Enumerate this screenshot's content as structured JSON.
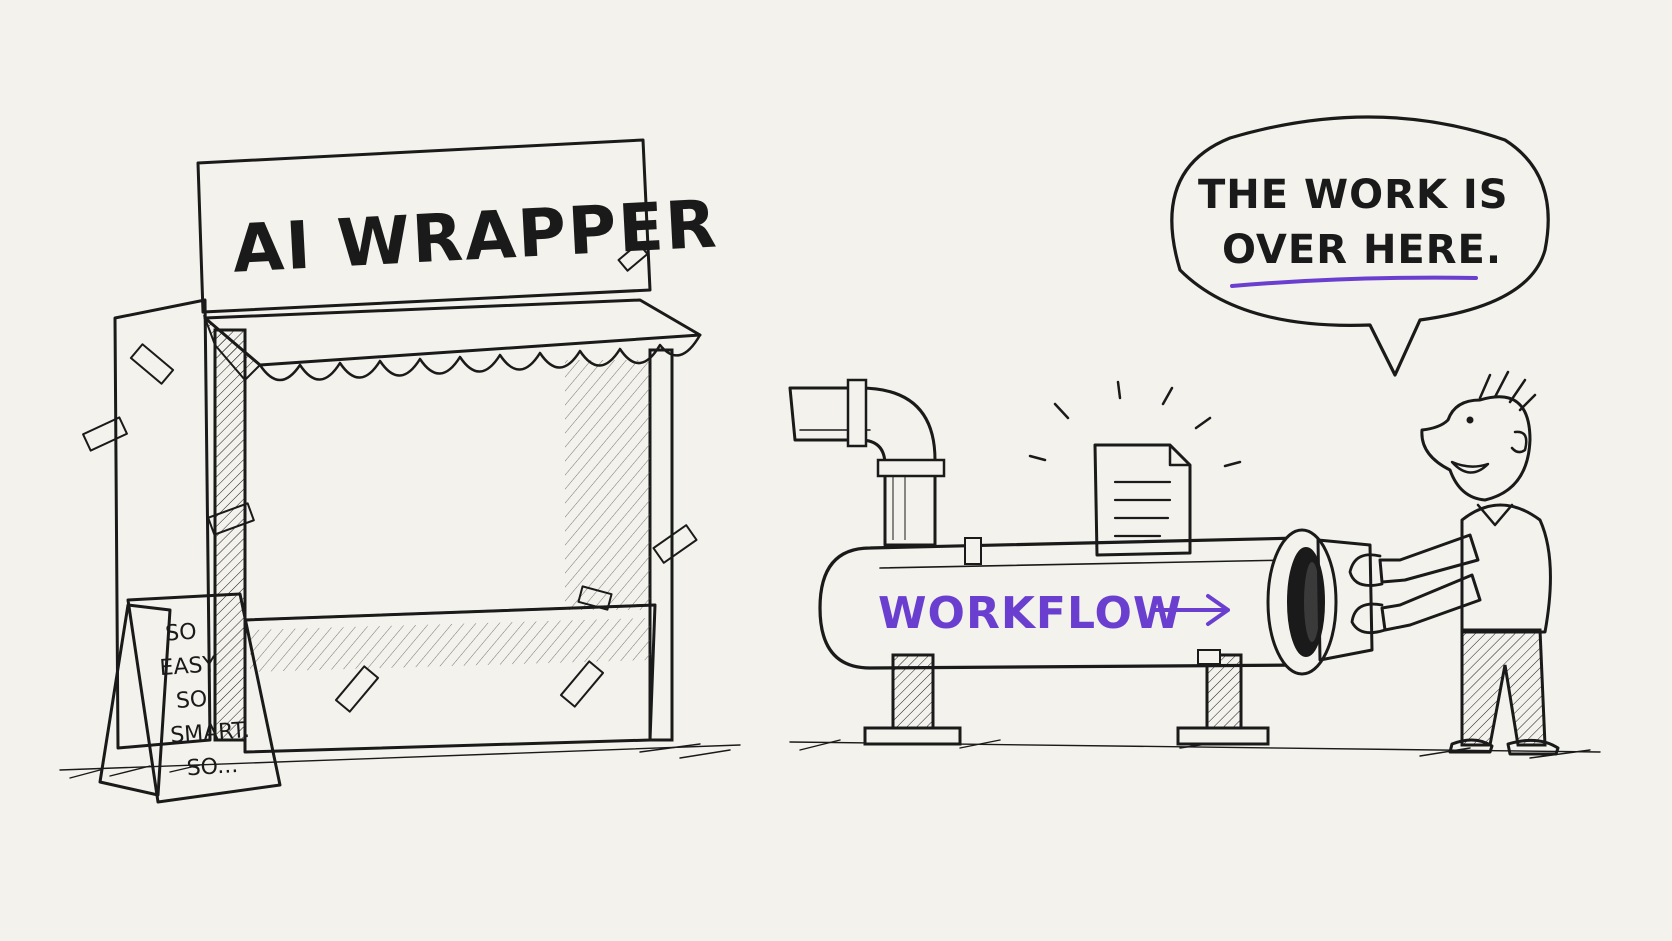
{
  "stall": {
    "sign_text": "AI WRAPPER",
    "board_lines": [
      "SO",
      "EASY.",
      "SO",
      "SMART.",
      "SO..."
    ]
  },
  "pipe": {
    "label": "WORKFLOW",
    "accent_color": "#6a3fd0"
  },
  "speech_bubble": {
    "line1": "THE WORK IS",
    "line2": "OVER HERE."
  },
  "colors": {
    "background": "#f3f2ec",
    "ink": "#1a1a1a",
    "accent": "#6a3fd0"
  }
}
